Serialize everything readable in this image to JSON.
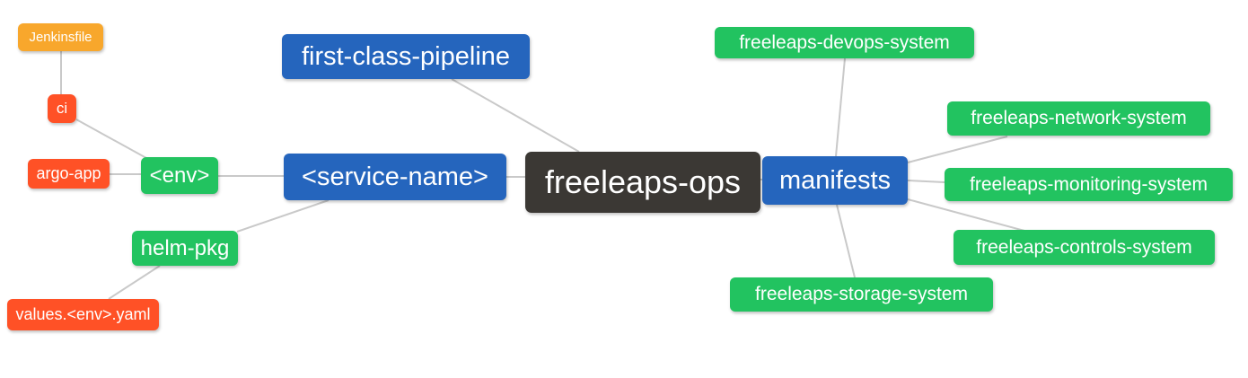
{
  "colors": {
    "blue": "#2565bd",
    "green": "#22c360",
    "red": "#ff5126",
    "orange": "#f8a72c",
    "dark": "#3b3834",
    "edge": "#c9c9c9",
    "text": "#ffffff"
  },
  "nodes": {
    "freeleaps_ops": {
      "label": "freeleaps-ops"
    },
    "first_class_pipeline": {
      "label": "first-class-pipeline"
    },
    "service_name": {
      "label": "<service-name>"
    },
    "env": {
      "label": "<env>"
    },
    "ci": {
      "label": "ci"
    },
    "jenkinsfile": {
      "label": "Jenkinsfile"
    },
    "argo_app": {
      "label": "argo-app"
    },
    "helm_pkg": {
      "label": "helm-pkg"
    },
    "values_env_yaml": {
      "label": "values.<env>.yaml"
    },
    "manifests": {
      "label": "manifests"
    },
    "devops_system": {
      "label": "freeleaps-devops-system"
    },
    "network_system": {
      "label": "freeleaps-network-system"
    },
    "monitoring_system": {
      "label": "freeleaps-monitoring-system"
    },
    "controls_system": {
      "label": "freeleaps-controls-system"
    },
    "storage_system": {
      "label": "freeleaps-storage-system"
    }
  },
  "edges": [
    {
      "from": "jenkinsfile",
      "to": "ci"
    },
    {
      "from": "ci",
      "to": "env"
    },
    {
      "from": "argo_app",
      "to": "env"
    },
    {
      "from": "env",
      "to": "service_name"
    },
    {
      "from": "helm_pkg",
      "to": "service_name"
    },
    {
      "from": "values_env_yaml",
      "to": "helm_pkg"
    },
    {
      "from": "first_class_pipeline",
      "to": "freeleaps_ops"
    },
    {
      "from": "service_name",
      "to": "freeleaps_ops"
    },
    {
      "from": "freeleaps_ops",
      "to": "manifests"
    },
    {
      "from": "manifests",
      "to": "devops_system"
    },
    {
      "from": "manifests",
      "to": "network_system"
    },
    {
      "from": "manifests",
      "to": "monitoring_system"
    },
    {
      "from": "manifests",
      "to": "controls_system"
    },
    {
      "from": "manifests",
      "to": "storage_system"
    }
  ]
}
